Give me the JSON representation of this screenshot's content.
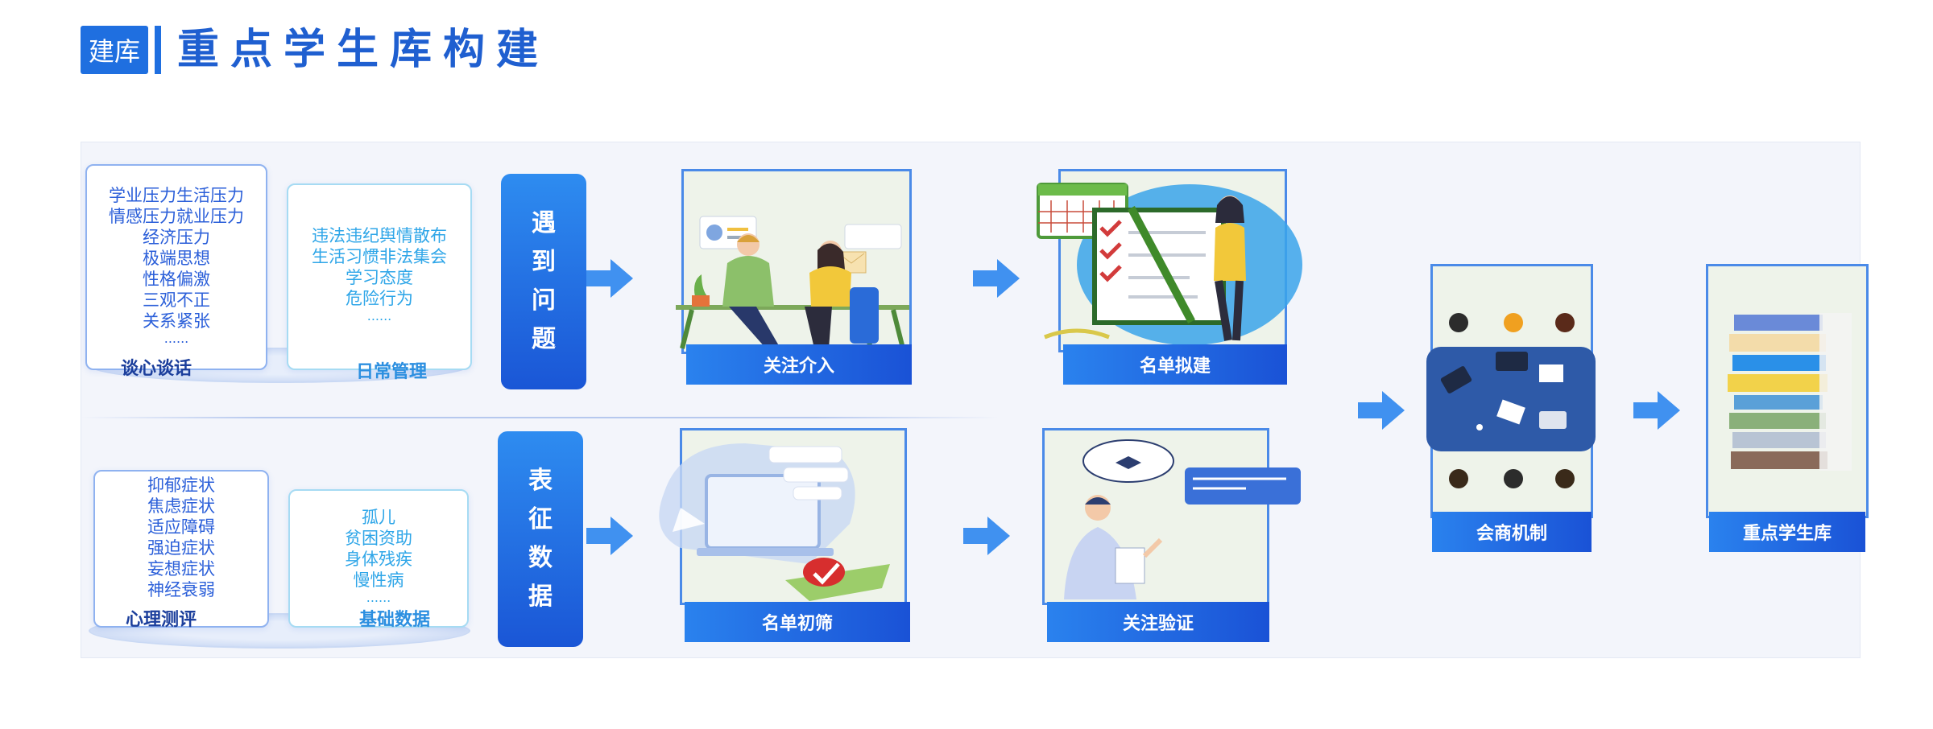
{
  "header": {
    "badge": "建库",
    "title": "重点学生库构建"
  },
  "source_cards": {
    "talk": {
      "lines": [
        "学业压力生活压力",
        "情感压力就业压力",
        "经济压力",
        "极端思想",
        "性格偏激",
        "三观不正",
        "关系紧张",
        "......"
      ],
      "title": "谈心谈话"
    },
    "daily": {
      "lines": [
        "违法违纪舆情散布",
        "生活习惯非法集会",
        "学习态度",
        "危险行为",
        "......"
      ],
      "title": "日常管理"
    },
    "psych": {
      "lines": [
        "抑郁症状",
        "焦虑症状",
        "适应障碍",
        "强迫症状",
        "妄想症状",
        "神经衰弱"
      ],
      "title": "心理测评"
    },
    "basic": {
      "lines": [
        "孤儿",
        "贫困资助",
        "身体残疾",
        "慢性病",
        "......"
      ],
      "title": "基础数据"
    }
  },
  "categories": {
    "issues": [
      "遇",
      "到",
      "问",
      "题"
    ],
    "data": [
      "表",
      "征",
      "数",
      "据"
    ]
  },
  "steps": {
    "focus_intervene": "关注介入",
    "list_draft": "名单拟建",
    "list_screen": "名单初筛",
    "focus_verify": "关注验证",
    "consult": "会商机制",
    "key_db": "重点学生库"
  },
  "colors": {
    "primary": "#1f6fe0",
    "accent": "#2a82ee",
    "light_accent": "#2fa6e8",
    "dark_text": "#1c3f9c"
  },
  "icons": [
    "arrow-right-icon",
    "office-meeting-illustration",
    "checklist-illustration",
    "laptop-screen-illustration",
    "teacher-notes-illustration",
    "roundtable-illustration",
    "binder-stack-illustration"
  ]
}
